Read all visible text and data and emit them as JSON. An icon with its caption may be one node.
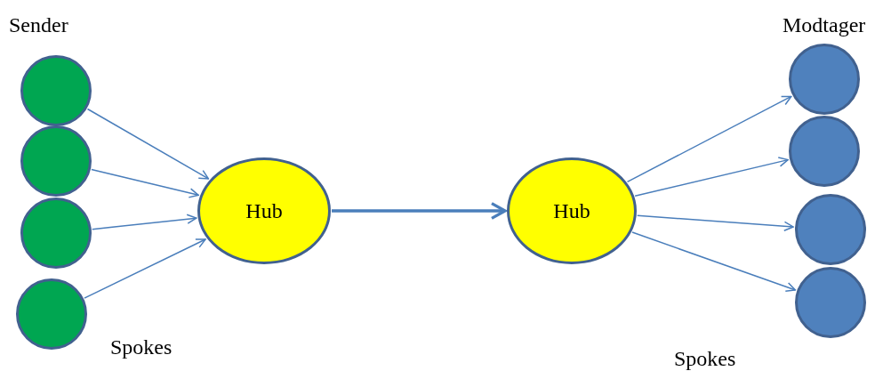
{
  "diagram": {
    "nodes": [
      {
        "text": [],
        "shape": "circle"
      },
      {
        "text": [],
        "shape": "circle"
      },
      {
        "text": [],
        "shape": "circle"
      },
      {
        "text": [],
        "shape": "circle"
      },
      {
        "text": [
          "Hub"
        ]
      },
      {
        "text": [
          "Hub"
        ]
      },
      {
        "text": [],
        "shape": "circle"
      },
      {
        "text": [],
        "shape": "circle"
      },
      {
        "text": [],
        "shape": "circle"
      },
      {
        "text": [],
        "shape": "circle"
      }
    ],
    "edges": [
      {
        "from": 0,
        "to": 4,
        "arrow": "to"
      },
      {
        "from": 1,
        "to": 4,
        "arrow": "to"
      },
      {
        "from": 2,
        "to": 4,
        "arrow": "to"
      },
      {
        "from": 3,
        "to": 4,
        "arrow": "to"
      },
      {
        "from": 4,
        "to": 5,
        "arrow": "to",
        "style": "thick"
      },
      {
        "from": 5,
        "to": 6,
        "arrow": "to"
      },
      {
        "from": 5,
        "to": 7,
        "arrow": "to"
      },
      {
        "from": 5,
        "to": 8,
        "arrow": "to"
      },
      {
        "from": 5,
        "to": 9,
        "arrow": "to"
      }
    ],
    "labels": [
      "Sender",
      "Modtager",
      "Spokes",
      "Spokes"
    ]
  }
}
